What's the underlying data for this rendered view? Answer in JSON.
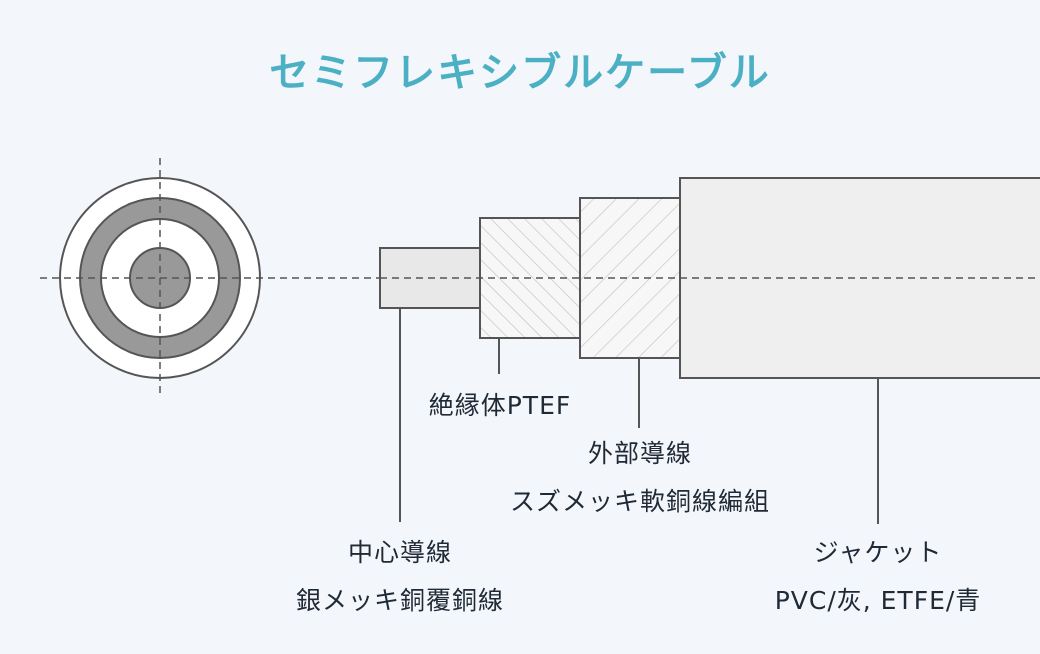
{
  "title": "セミフレキシブルケーブル",
  "labels": {
    "insulator": "絶縁体PTEF",
    "outer_conductor_line1": "外部導線",
    "outer_conductor_line2": "スズメッキ軟銅線編組",
    "center_conductor_line1": "中心導線",
    "center_conductor_line2": "銀メッキ銅覆銅線",
    "jacket_line1": "ジャケット",
    "jacket_line2": "PVC/灰, ETFE/青"
  },
  "colors": {
    "title": "#4bb0c4",
    "background": "#f3f6fa",
    "stroke": "#555555",
    "shield_ring": "#999999",
    "jacket_fill": "#efefef",
    "conductor_fill": "#e8e8e8"
  }
}
